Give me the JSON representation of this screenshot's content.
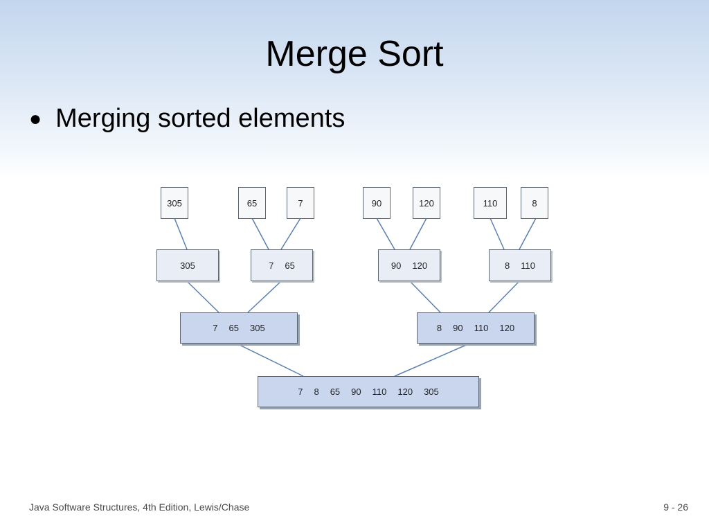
{
  "slide": {
    "title": "Merge Sort",
    "bullet": "Merging sorted elements",
    "footer_left": "Java Software Structures, 4th Edition, Lewis/Chase",
    "footer_right": "9 - 26"
  },
  "diagram": {
    "levels": [
      {
        "name": "single-elements",
        "nodes": [
          [
            "305"
          ],
          [
            "65"
          ],
          [
            "7"
          ],
          [
            "90"
          ],
          [
            "120"
          ],
          [
            "110"
          ],
          [
            "8"
          ]
        ]
      },
      {
        "name": "first-merge",
        "nodes": [
          [
            "305"
          ],
          [
            "7",
            "65"
          ],
          [
            "90",
            "120"
          ],
          [
            "8",
            "110"
          ]
        ]
      },
      {
        "name": "second-merge",
        "nodes": [
          [
            "7",
            "65",
            "305"
          ],
          [
            "8",
            "90",
            "110",
            "120"
          ]
        ]
      },
      {
        "name": "final-merge",
        "nodes": [
          [
            "7",
            "8",
            "65",
            "90",
            "110",
            "120",
            "305"
          ]
        ]
      }
    ]
  }
}
